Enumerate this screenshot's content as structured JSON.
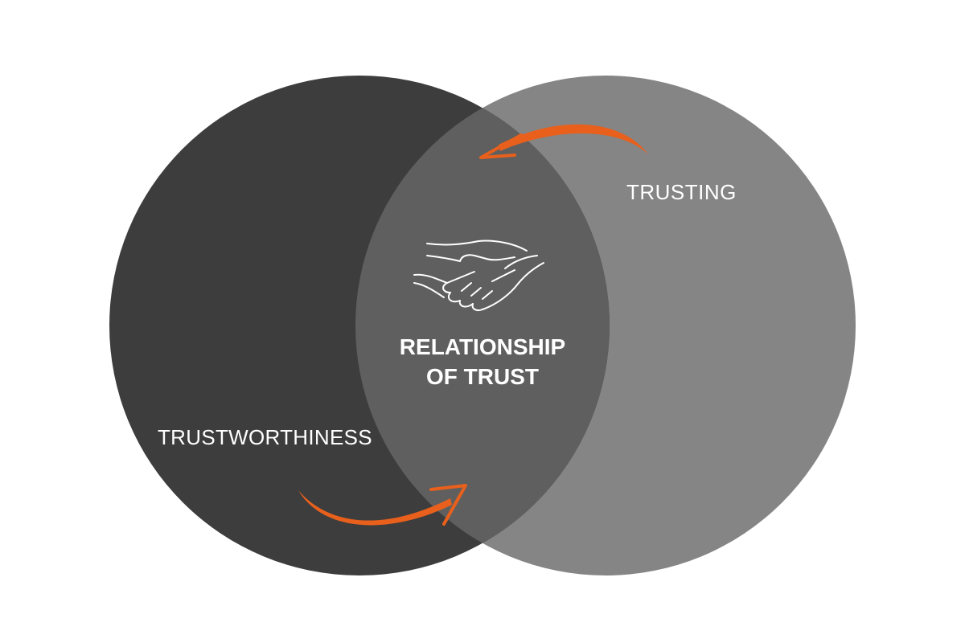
{
  "diagram": {
    "left_circle": {
      "label": "TRUSTWORTHINESS",
      "color": "#3d3d3d"
    },
    "right_circle": {
      "label": "TRUSTING",
      "color": "#858585"
    },
    "overlap": {
      "title_line1": "RELATIONSHIP",
      "title_line2": "OF TRUST",
      "color": "#5f5f5f",
      "icon": "handshake-icon"
    },
    "arrow_color": "#e8601c",
    "arrows": [
      {
        "name": "top-arrow",
        "direction": "right-to-left"
      },
      {
        "name": "bottom-arrow",
        "direction": "left-to-right"
      }
    ]
  }
}
